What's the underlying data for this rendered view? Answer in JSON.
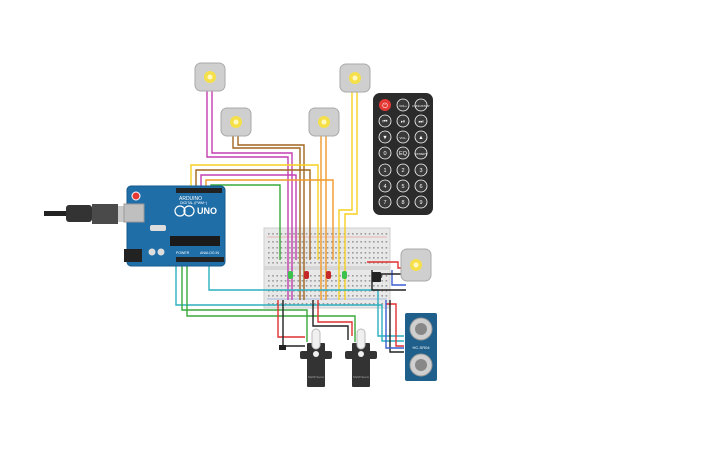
{
  "arduino": {
    "brand": "ARDUINO",
    "model": "UNO",
    "power_label": "POWER",
    "analog_label": "ANALOG IN",
    "digital_label": "DIGITAL (PWM~)"
  },
  "remote": {
    "power_glyph": "⏻",
    "row1": [
      "VOL+",
      "FUNC/STOP"
    ],
    "row2": [
      "⏮",
      "⏯",
      "⏭"
    ],
    "row3": [
      "▼",
      "VOL-",
      "▲"
    ],
    "row4": [
      "0",
      "EQ",
      "ST/REPT"
    ],
    "digits": [
      "1",
      "2",
      "3",
      "4",
      "5",
      "6",
      "7",
      "8",
      "9"
    ]
  },
  "ultrasonic": {
    "label": "HC-SR04"
  },
  "servos": [
    {
      "label": "SG90 Servo"
    },
    {
      "label": "SG90 Servo"
    }
  ],
  "colors": {
    "arduino_blue": "#1f6ea8",
    "breadboard": "#e8e8e8",
    "remote_body": "#2b2b2b",
    "remote_power": "#e53935",
    "ultrasonic_pcb": "#1f5f8b",
    "servo_body": "#333333",
    "motor_body": "#cfcfcf",
    "motor_shaft": "#f5e04a",
    "wire_magenta": "#c43fb0",
    "wire_brown": "#a0651e",
    "wire_orange": "#f19a2a",
    "wire_yellow": "#f5d020",
    "wire_green": "#3aa83a",
    "wire_cyan": "#2bb0c0",
    "wire_red": "#e03030",
    "wire_black": "#222222",
    "wire_blue": "#3a5fd0",
    "led_green": "#3cc24a",
    "led_red": "#c62828"
  }
}
